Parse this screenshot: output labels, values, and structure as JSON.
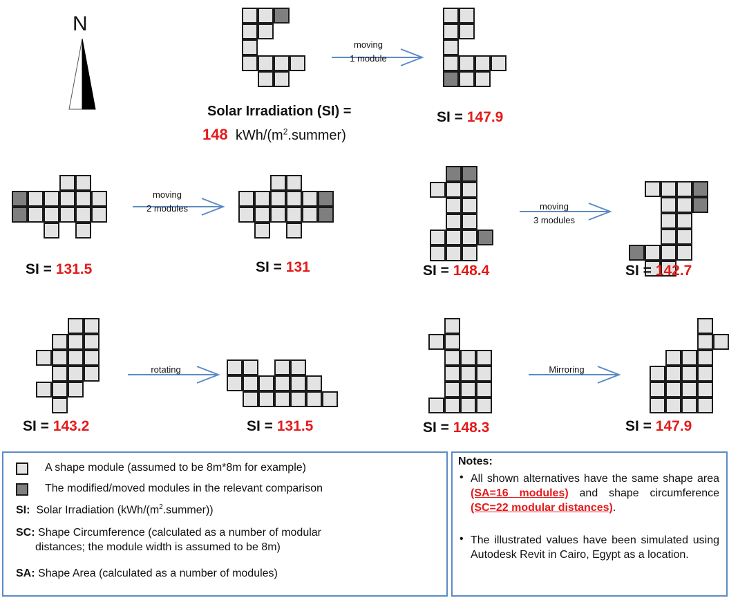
{
  "compass": {
    "label": "N"
  },
  "shapes": [
    {
      "id": "top-original",
      "cells": [
        [
          0,
          0
        ],
        [
          1,
          0
        ],
        [
          2,
          0
        ],
        [
          0,
          1
        ],
        [
          1,
          1
        ],
        [
          0,
          2
        ],
        [
          0,
          3
        ],
        [
          1,
          3
        ],
        [
          2,
          3
        ],
        [
          3,
          3
        ],
        [
          1,
          4
        ],
        [
          2,
          4
        ]
      ],
      "modified": [
        [
          2,
          0
        ]
      ]
    },
    {
      "id": "top-moved",
      "cells": [
        [
          0,
          0
        ],
        [
          1,
          0
        ],
        [
          0,
          1
        ],
        [
          1,
          1
        ],
        [
          0,
          2
        ],
        [
          0,
          3
        ],
        [
          1,
          3
        ],
        [
          2,
          3
        ],
        [
          3,
          3
        ],
        [
          0,
          4
        ],
        [
          1,
          4
        ],
        [
          2,
          4
        ]
      ],
      "modified": [
        [
          0,
          4
        ]
      ]
    },
    {
      "id": "mid-left-original",
      "cells": [
        [
          3,
          0
        ],
        [
          4,
          0
        ],
        [
          0,
          1
        ],
        [
          1,
          1
        ],
        [
          2,
          1
        ],
        [
          3,
          1
        ],
        [
          4,
          1
        ],
        [
          5,
          1
        ],
        [
          0,
          2
        ],
        [
          1,
          2
        ],
        [
          2,
          2
        ],
        [
          3,
          2
        ],
        [
          4,
          2
        ],
        [
          5,
          2
        ],
        [
          2,
          3
        ],
        [
          4,
          3
        ]
      ],
      "modified": [
        [
          0,
          1
        ],
        [
          0,
          2
        ]
      ]
    },
    {
      "id": "mid-left-moved",
      "cells": [
        [
          2,
          0
        ],
        [
          3,
          0
        ],
        [
          0,
          1
        ],
        [
          1,
          1
        ],
        [
          2,
          1
        ],
        [
          3,
          1
        ],
        [
          4,
          1
        ],
        [
          5,
          1
        ],
        [
          0,
          2
        ],
        [
          1,
          2
        ],
        [
          2,
          2
        ],
        [
          3,
          2
        ],
        [
          4,
          2
        ],
        [
          5,
          2
        ],
        [
          1,
          3
        ],
        [
          3,
          3
        ]
      ],
      "modified": [
        [
          5,
          1
        ],
        [
          5,
          2
        ]
      ]
    },
    {
      "id": "mid-right-original",
      "cells": [
        [
          1,
          0
        ],
        [
          2,
          0
        ],
        [
          0,
          1
        ],
        [
          1,
          1
        ],
        [
          2,
          1
        ],
        [
          1,
          2
        ],
        [
          2,
          2
        ],
        [
          1,
          3
        ],
        [
          2,
          3
        ],
        [
          0,
          4
        ],
        [
          1,
          4
        ],
        [
          2,
          4
        ],
        [
          3,
          4
        ],
        [
          0,
          5
        ],
        [
          1,
          5
        ],
        [
          2,
          5
        ]
      ],
      "modified": [
        [
          1,
          0
        ],
        [
          2,
          0
        ],
        [
          3,
          4
        ]
      ]
    },
    {
      "id": "mid-right-moved",
      "cells": [
        [
          1,
          0
        ],
        [
          2,
          0
        ],
        [
          3,
          0
        ],
        [
          4,
          0
        ],
        [
          2,
          1
        ],
        [
          3,
          1
        ],
        [
          4,
          1
        ],
        [
          2,
          2
        ],
        [
          3,
          2
        ],
        [
          2,
          3
        ],
        [
          3,
          3
        ],
        [
          0,
          4
        ],
        [
          1,
          4
        ],
        [
          2,
          4
        ],
        [
          3,
          4
        ],
        [
          1,
          5
        ],
        [
          2,
          5
        ]
      ],
      "modified": [
        [
          4,
          0
        ],
        [
          4,
          1
        ],
        [
          0,
          4
        ]
      ]
    },
    {
      "id": "bottom-left-original",
      "cells": [
        [
          2,
          0
        ],
        [
          3,
          0
        ],
        [
          1,
          1
        ],
        [
          2,
          1
        ],
        [
          3,
          1
        ],
        [
          0,
          2
        ],
        [
          1,
          2
        ],
        [
          2,
          2
        ],
        [
          3,
          2
        ],
        [
          1,
          3
        ],
        [
          2,
          3
        ],
        [
          3,
          3
        ],
        [
          0,
          4
        ],
        [
          1,
          4
        ],
        [
          2,
          4
        ],
        [
          1,
          5
        ]
      ],
      "modified": []
    },
    {
      "id": "bottom-left-rotated",
      "cells": [
        [
          0,
          0
        ],
        [
          1,
          0
        ],
        [
          3,
          0
        ],
        [
          4,
          0
        ],
        [
          0,
          1
        ],
        [
          1,
          1
        ],
        [
          2,
          1
        ],
        [
          3,
          1
        ],
        [
          4,
          1
        ],
        [
          5,
          1
        ],
        [
          1,
          2
        ],
        [
          2,
          2
        ],
        [
          3,
          2
        ],
        [
          4,
          2
        ],
        [
          5,
          2
        ],
        [
          6,
          2
        ]
      ],
      "modified": []
    },
    {
      "id": "bottom-right-original",
      "cells": [
        [
          1,
          0
        ],
        [
          0,
          1
        ],
        [
          1,
          1
        ],
        [
          1,
          2
        ],
        [
          2,
          2
        ],
        [
          3,
          2
        ],
        [
          1,
          3
        ],
        [
          2,
          3
        ],
        [
          3,
          3
        ],
        [
          1,
          4
        ],
        [
          2,
          4
        ],
        [
          3,
          4
        ],
        [
          0,
          5
        ],
        [
          1,
          5
        ],
        [
          2,
          5
        ],
        [
          3,
          5
        ]
      ],
      "modified": []
    },
    {
      "id": "bottom-right-mirrored",
      "cells": [
        [
          3,
          0
        ],
        [
          3,
          1
        ],
        [
          4,
          1
        ],
        [
          1,
          2
        ],
        [
          2,
          2
        ],
        [
          3,
          2
        ],
        [
          0,
          3
        ],
        [
          1,
          3
        ],
        [
          2,
          3
        ],
        [
          3,
          3
        ],
        [
          0,
          4
        ],
        [
          1,
          4
        ],
        [
          2,
          4
        ],
        [
          3,
          4
        ],
        [
          0,
          5
        ],
        [
          1,
          5
        ],
        [
          2,
          5
        ],
        [
          3,
          5
        ]
      ],
      "modified": []
    }
  ],
  "transformations": {
    "t1": {
      "line1": "moving",
      "line2": "1 module"
    },
    "t2": {
      "line1": "moving",
      "line2": "2 modules"
    },
    "t3": {
      "line1": "moving",
      "line2": "3 modules"
    },
    "t4": {
      "line1": "rotating"
    },
    "t5": {
      "line1": "Mirroring"
    }
  },
  "labels": {
    "si_title": "Solar Irradiation (SI) =",
    "si_main_value": "148",
    "si_main_unit_pre": "kWh/(m",
    "si_main_unit_sup": "2",
    "si_main_unit_post": ".summer)",
    "si_prefix": "SI = ",
    "si_values": {
      "top_moved": "147.9",
      "mid_left_original": "131.5",
      "mid_left_moved": "131",
      "mid_right_original": "148.4",
      "mid_right_moved": "142.7",
      "bottom_left_original": "143.2",
      "bottom_left_rotated": "131.5",
      "bottom_right_original": "148.3",
      "bottom_right_mirrored": "147.9"
    }
  },
  "legend": {
    "module_text": "A shape module (assumed to be 8m*8m for example)",
    "modified_text": "The modified/moved modules in the relevant comparison",
    "si_key": "SI:",
    "si_text_pre": "Solar Irradiation (kWh/(m",
    "si_text_sup": "2",
    "si_text_post": ".summer))",
    "sc_key": "SC:",
    "sc_text_1": "Shape Circumference (calculated as a number of modular",
    "sc_text_2": "distances; the module width is assumed to be 8m)",
    "sa_key": "SA:",
    "sa_text": "Shape Area (calculated as a number of modules)"
  },
  "notes": {
    "title": "Notes:",
    "n1_a": "All shown alternatives have the same shape area ",
    "n1_sa": "(SA=16 modules)",
    "n1_b": " and shape circumference ",
    "n1_sc": "(SC=22 modular distances)",
    "n1_c": ".",
    "n2": "The illustrated values have been simulated using Autodesk Revit in Cairo, Egypt as a location."
  },
  "colors": {
    "module_fill": "#e3e3e3",
    "modified_fill": "#7f7f7f",
    "arrow": "#5b8bc6",
    "value_red": "#e31b1b",
    "box_border": "#5b8bc6"
  }
}
